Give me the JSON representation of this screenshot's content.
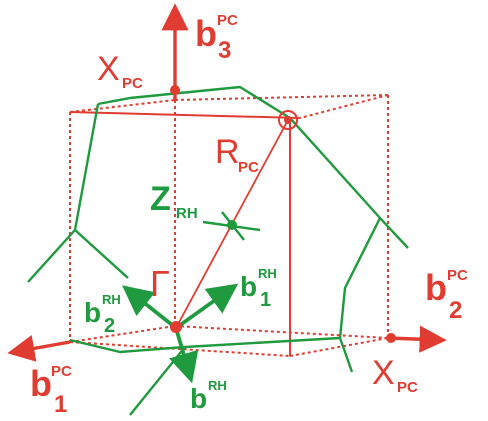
{
  "colors": {
    "red": "#e03c31",
    "green": "#1f9a3e"
  },
  "labels": {
    "b3_pc": {
      "main": "b",
      "sup": "PC",
      "sub": "3"
    },
    "x_pc_top": {
      "main": "X",
      "sub": "PC"
    },
    "r_pc": {
      "main": "R",
      "sub": "PC"
    },
    "z_rh": {
      "main": "Z",
      "sub": "RH"
    },
    "gamma": "Γ",
    "b1_rh": {
      "main": "b",
      "sup": "RH",
      "sub": "1"
    },
    "b2_rh": {
      "main": "b",
      "sup": "RH",
      "sub": "2"
    },
    "b3_rh": {
      "main": "b",
      "sup": "RH"
    },
    "b1_pc": {
      "main": "b",
      "sup": "PC",
      "sub": "1"
    },
    "b2_pc": {
      "main": "b",
      "sup": "PC",
      "sub": "2"
    },
    "x_pc_right": {
      "main": "X",
      "sub": "PC"
    }
  }
}
